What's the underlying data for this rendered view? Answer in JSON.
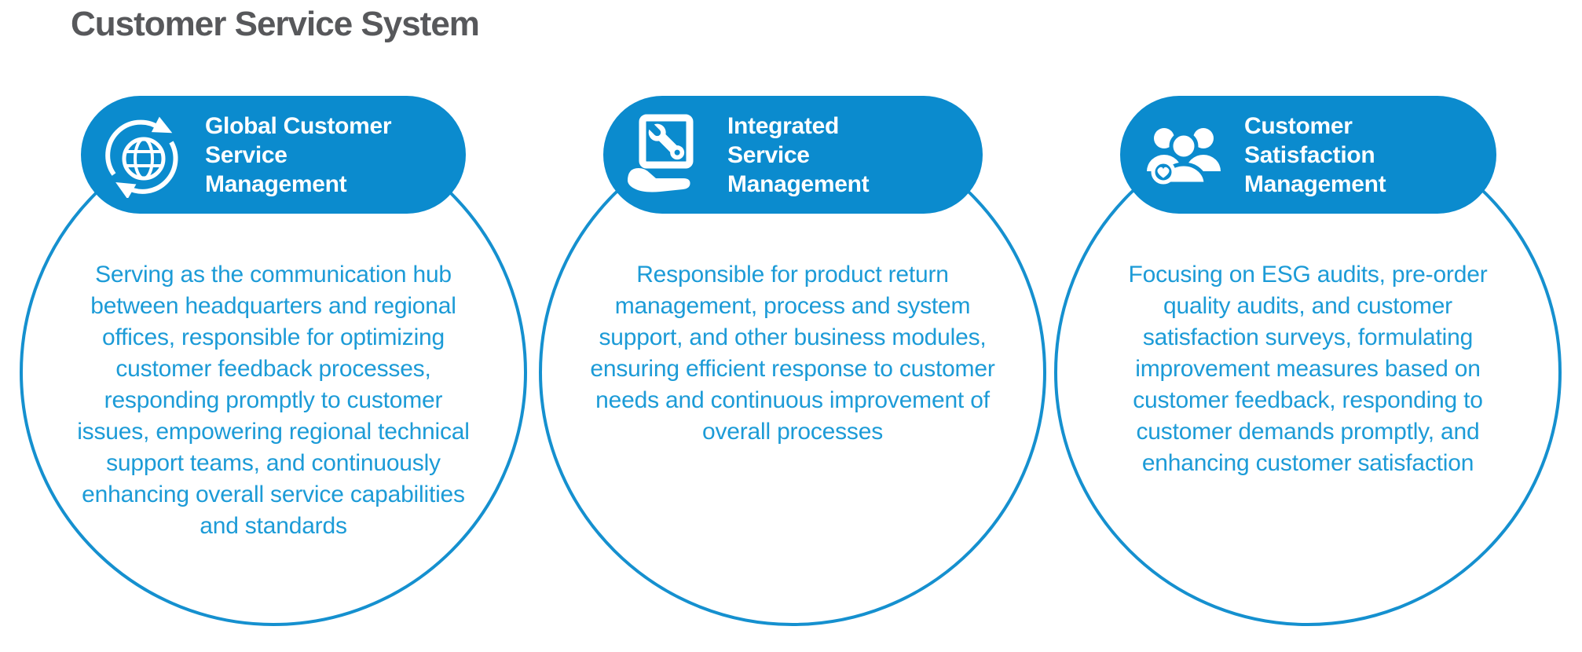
{
  "page": {
    "title": "Customer Service System"
  },
  "theme": {
    "brand_blue": "#0b8bce",
    "body_text_blue": "#1c9bd7",
    "circle_stroke_blue": "#1590cf",
    "title_gray": "#57585b"
  },
  "cards": [
    {
      "icon": "globe-sync-icon",
      "title": "Global Customer\nService\nManagement",
      "description": "Serving as the communication hub between headquarters and regional offices, responsible for optimizing customer feedback processes, responding promptly to customer issues, empowering regional technical support teams, and continuously enhancing overall service capabilities and standards"
    },
    {
      "icon": "service-hand-wrench-icon",
      "title": "Integrated\nService\nManagement",
      "description": "Responsible for product return management, process and system support, and other business modules, ensuring efficient response to customer needs and continuous improvement of overall processes"
    },
    {
      "icon": "customer-group-heart-icon",
      "title": "Customer\nSatisfaction\nManagement",
      "description": "Focusing on ESG audits, pre-order quality audits, and customer satisfaction surveys, formulating improvement measures based on customer feedback, responding to customer demands promptly, and enhancing customer satisfaction"
    }
  ]
}
